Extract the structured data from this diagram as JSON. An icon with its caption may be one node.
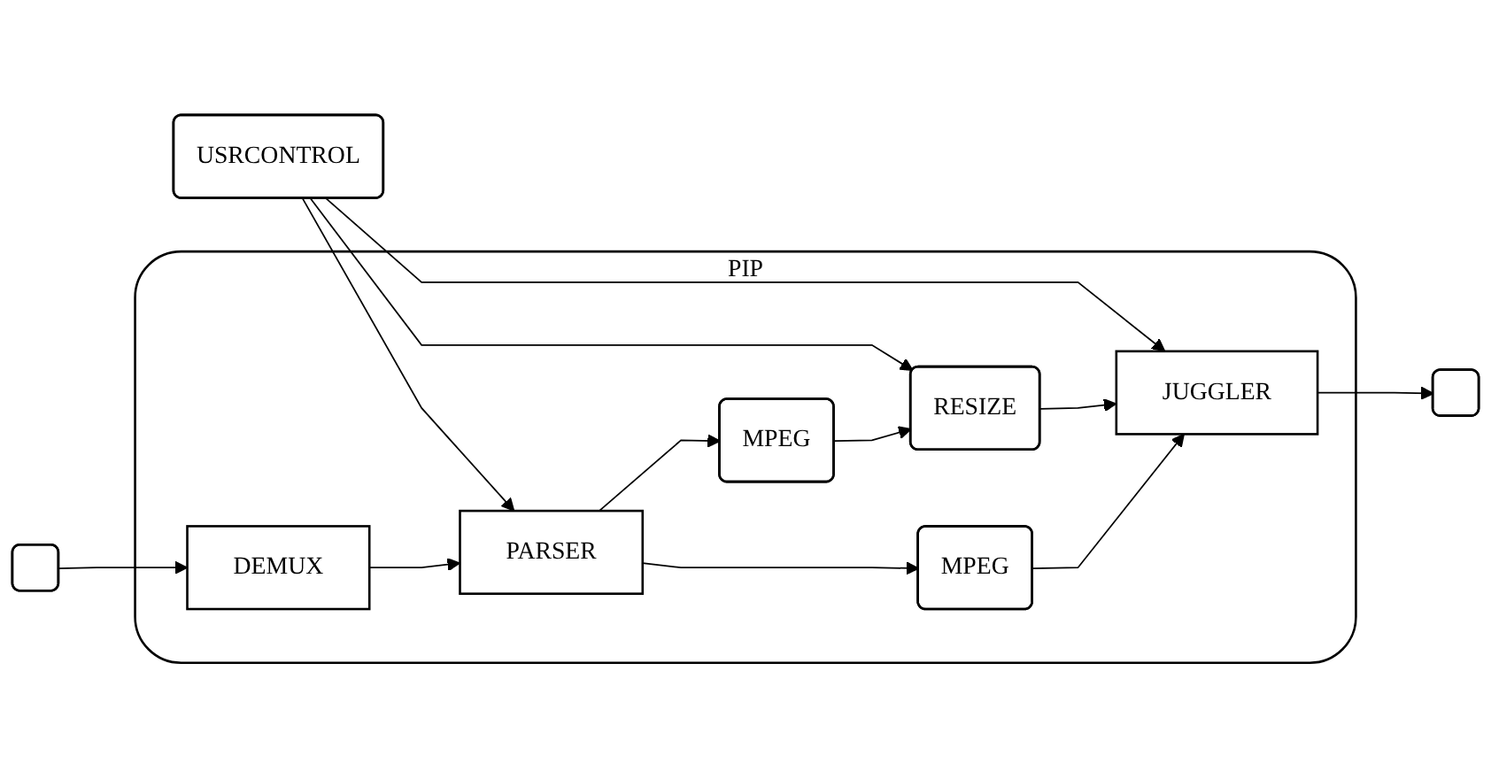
{
  "diagram": {
    "nodes": [
      {
        "text": [
          "USRCONTROL"
        ]
      },
      {
        "text": [
          "PIP"
        ]
      },
      {
        "text": [],
        "shape": "box"
      },
      {
        "text": [
          "DEMUX"
        ],
        "in": 1
      },
      {
        "text": [
          "PARSER"
        ],
        "in": 1
      },
      {
        "text": [
          "MPEG"
        ],
        "in": 1
      },
      {
        "text": [
          "RESIZE"
        ],
        "in": 1
      },
      {
        "text": [
          "MPEG"
        ],
        "in": 1
      },
      {
        "text": [
          "JUGGLER"
        ],
        "in": 1
      },
      {
        "text": [],
        "shape": "box"
      }
    ],
    "edges": [
      {
        "from": 0,
        "to": 4,
        "arrow": "to"
      },
      {
        "from": 0,
        "to": 6,
        "arrow": "to"
      },
      {
        "from": 0,
        "to": 8,
        "arrow": "to"
      },
      {
        "from": 2,
        "to": 3,
        "arrow": "to"
      },
      {
        "from": 3,
        "to": 4,
        "arrow": "to"
      },
      {
        "from": 4,
        "to": 5,
        "arrow": "to"
      },
      {
        "from": 4,
        "to": 7,
        "arrow": "to"
      },
      {
        "from": 5,
        "to": 6,
        "arrow": "to"
      },
      {
        "from": 6,
        "to": 8,
        "arrow": "to"
      },
      {
        "from": 7,
        "to": 8,
        "arrow": "to"
      },
      {
        "from": 8,
        "to": 9,
        "arrow": "to"
      }
    ]
  }
}
